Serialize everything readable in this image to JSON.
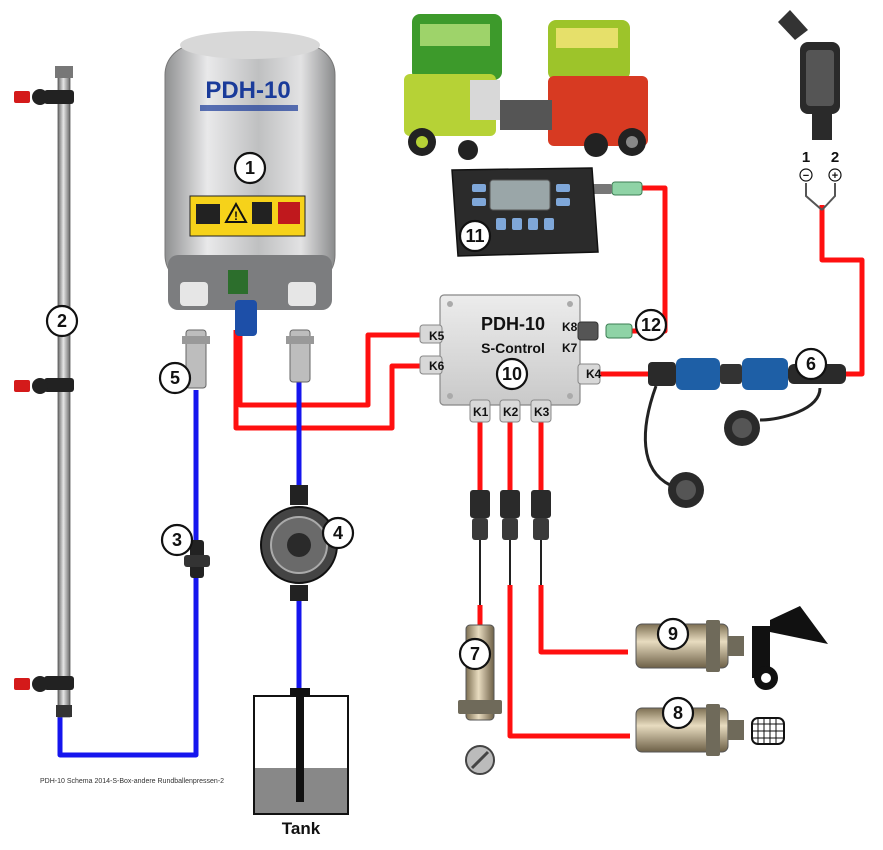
{
  "pump": {
    "brand_label": "PDH-10",
    "number": "1"
  },
  "boom": {
    "number": "2"
  },
  "valve": {
    "number": "3"
  },
  "filter": {
    "number": "4"
  },
  "fitting": {
    "number": "5"
  },
  "connector": {
    "number": "6"
  },
  "sensor_speed": {
    "number": "7"
  },
  "sensor_bale": {
    "number": "8"
  },
  "sensor_net": {
    "number": "9"
  },
  "control_box": {
    "title": "PDH-10",
    "subtitle": "S-Control",
    "number": "10",
    "ports": {
      "k1": "K1",
      "k2": "K2",
      "k3": "K3",
      "k4": "K4",
      "k5": "K5",
      "k6": "K6",
      "k7": "K7",
      "k8": "K8"
    }
  },
  "terminal": {
    "number": "11"
  },
  "cable": {
    "number": "12"
  },
  "power": {
    "pin1": "1",
    "pin2": "2",
    "minus": "−",
    "plus": "+"
  },
  "tank": {
    "label": "Tank"
  },
  "caption": "PDH-10  Schema  2014-S-Box-andere  Rundballenpressen-2",
  "colors": {
    "wire": "#ff1010",
    "hose": "#1515ee",
    "steel": "#c8c8c8",
    "nozzle": "#d41a1a"
  }
}
